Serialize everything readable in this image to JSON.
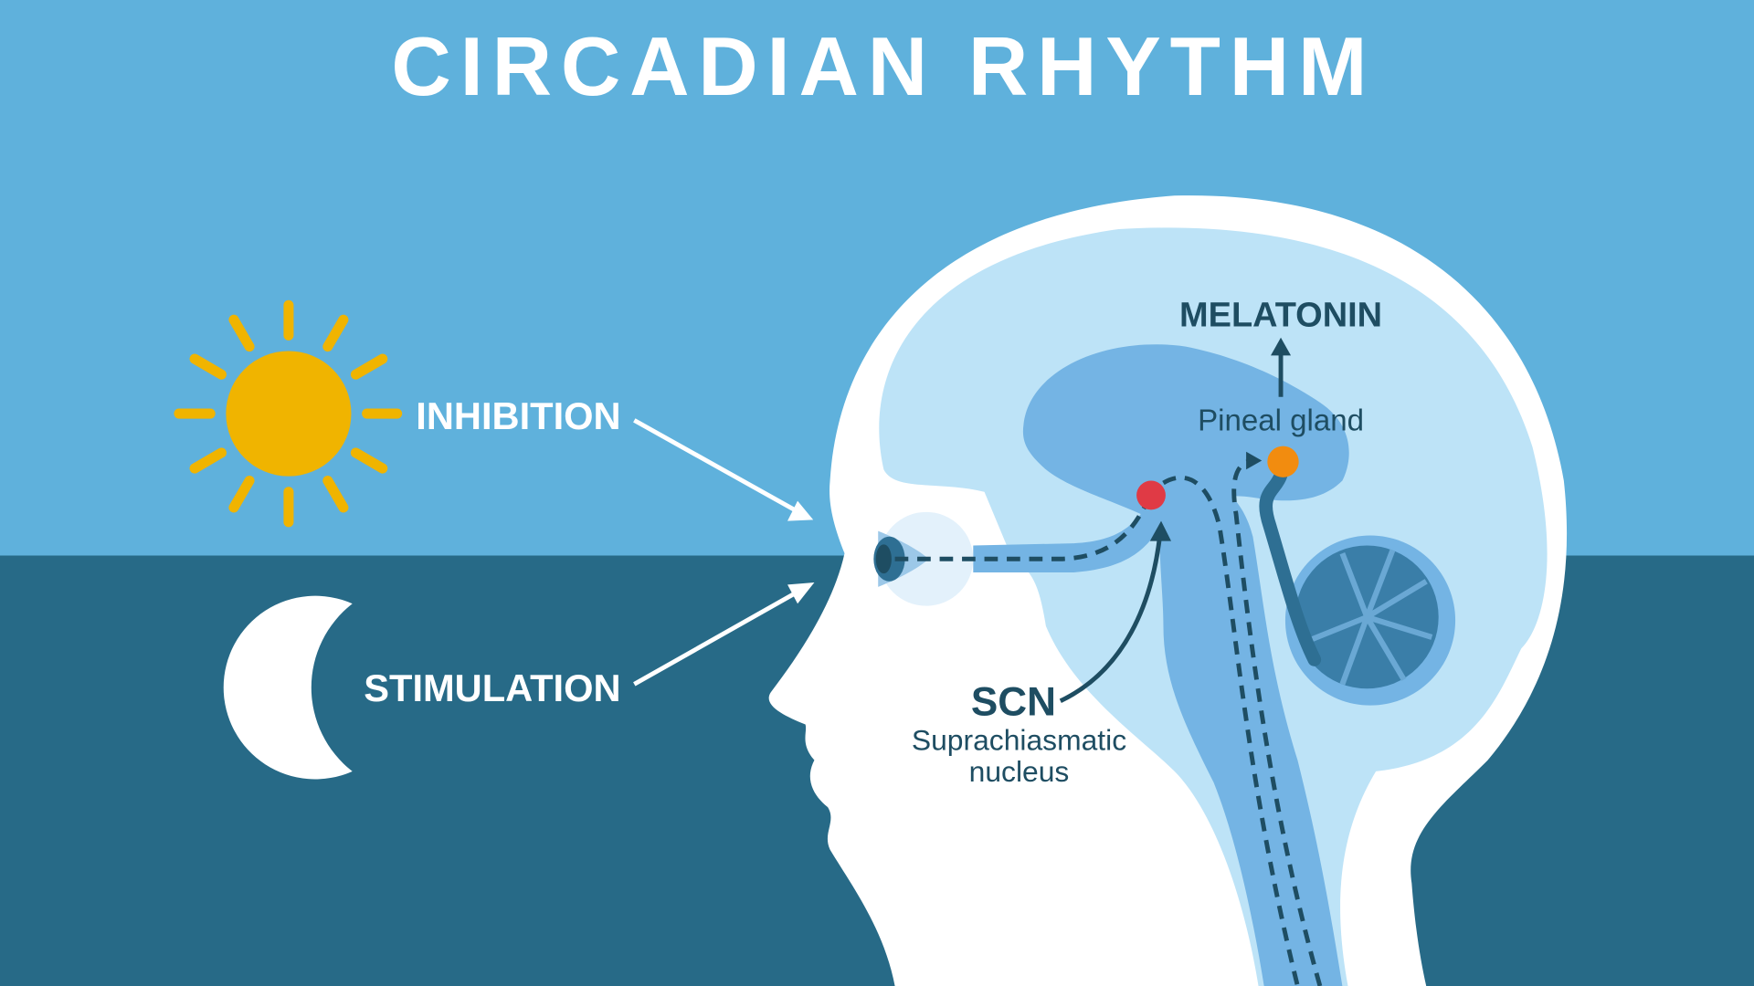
{
  "title": "CIRCADIAN RHYTHM",
  "labels": {
    "inhibition": "INHIBITION",
    "stimulation": "STIMULATION",
    "melatonin": "MELATONIN",
    "pineal": "Pineal gland",
    "scn": "SCN",
    "scn_full_1": "Suprachiasmatic",
    "scn_full_2": "nucleus"
  },
  "colors": {
    "day_sky": "#5fb1dc",
    "night_sky": "#276a87",
    "sun": "#f0b400",
    "scn_dot": "#e03a45",
    "pineal_dot": "#f28c0f",
    "text_dark": "#1e4d62"
  }
}
